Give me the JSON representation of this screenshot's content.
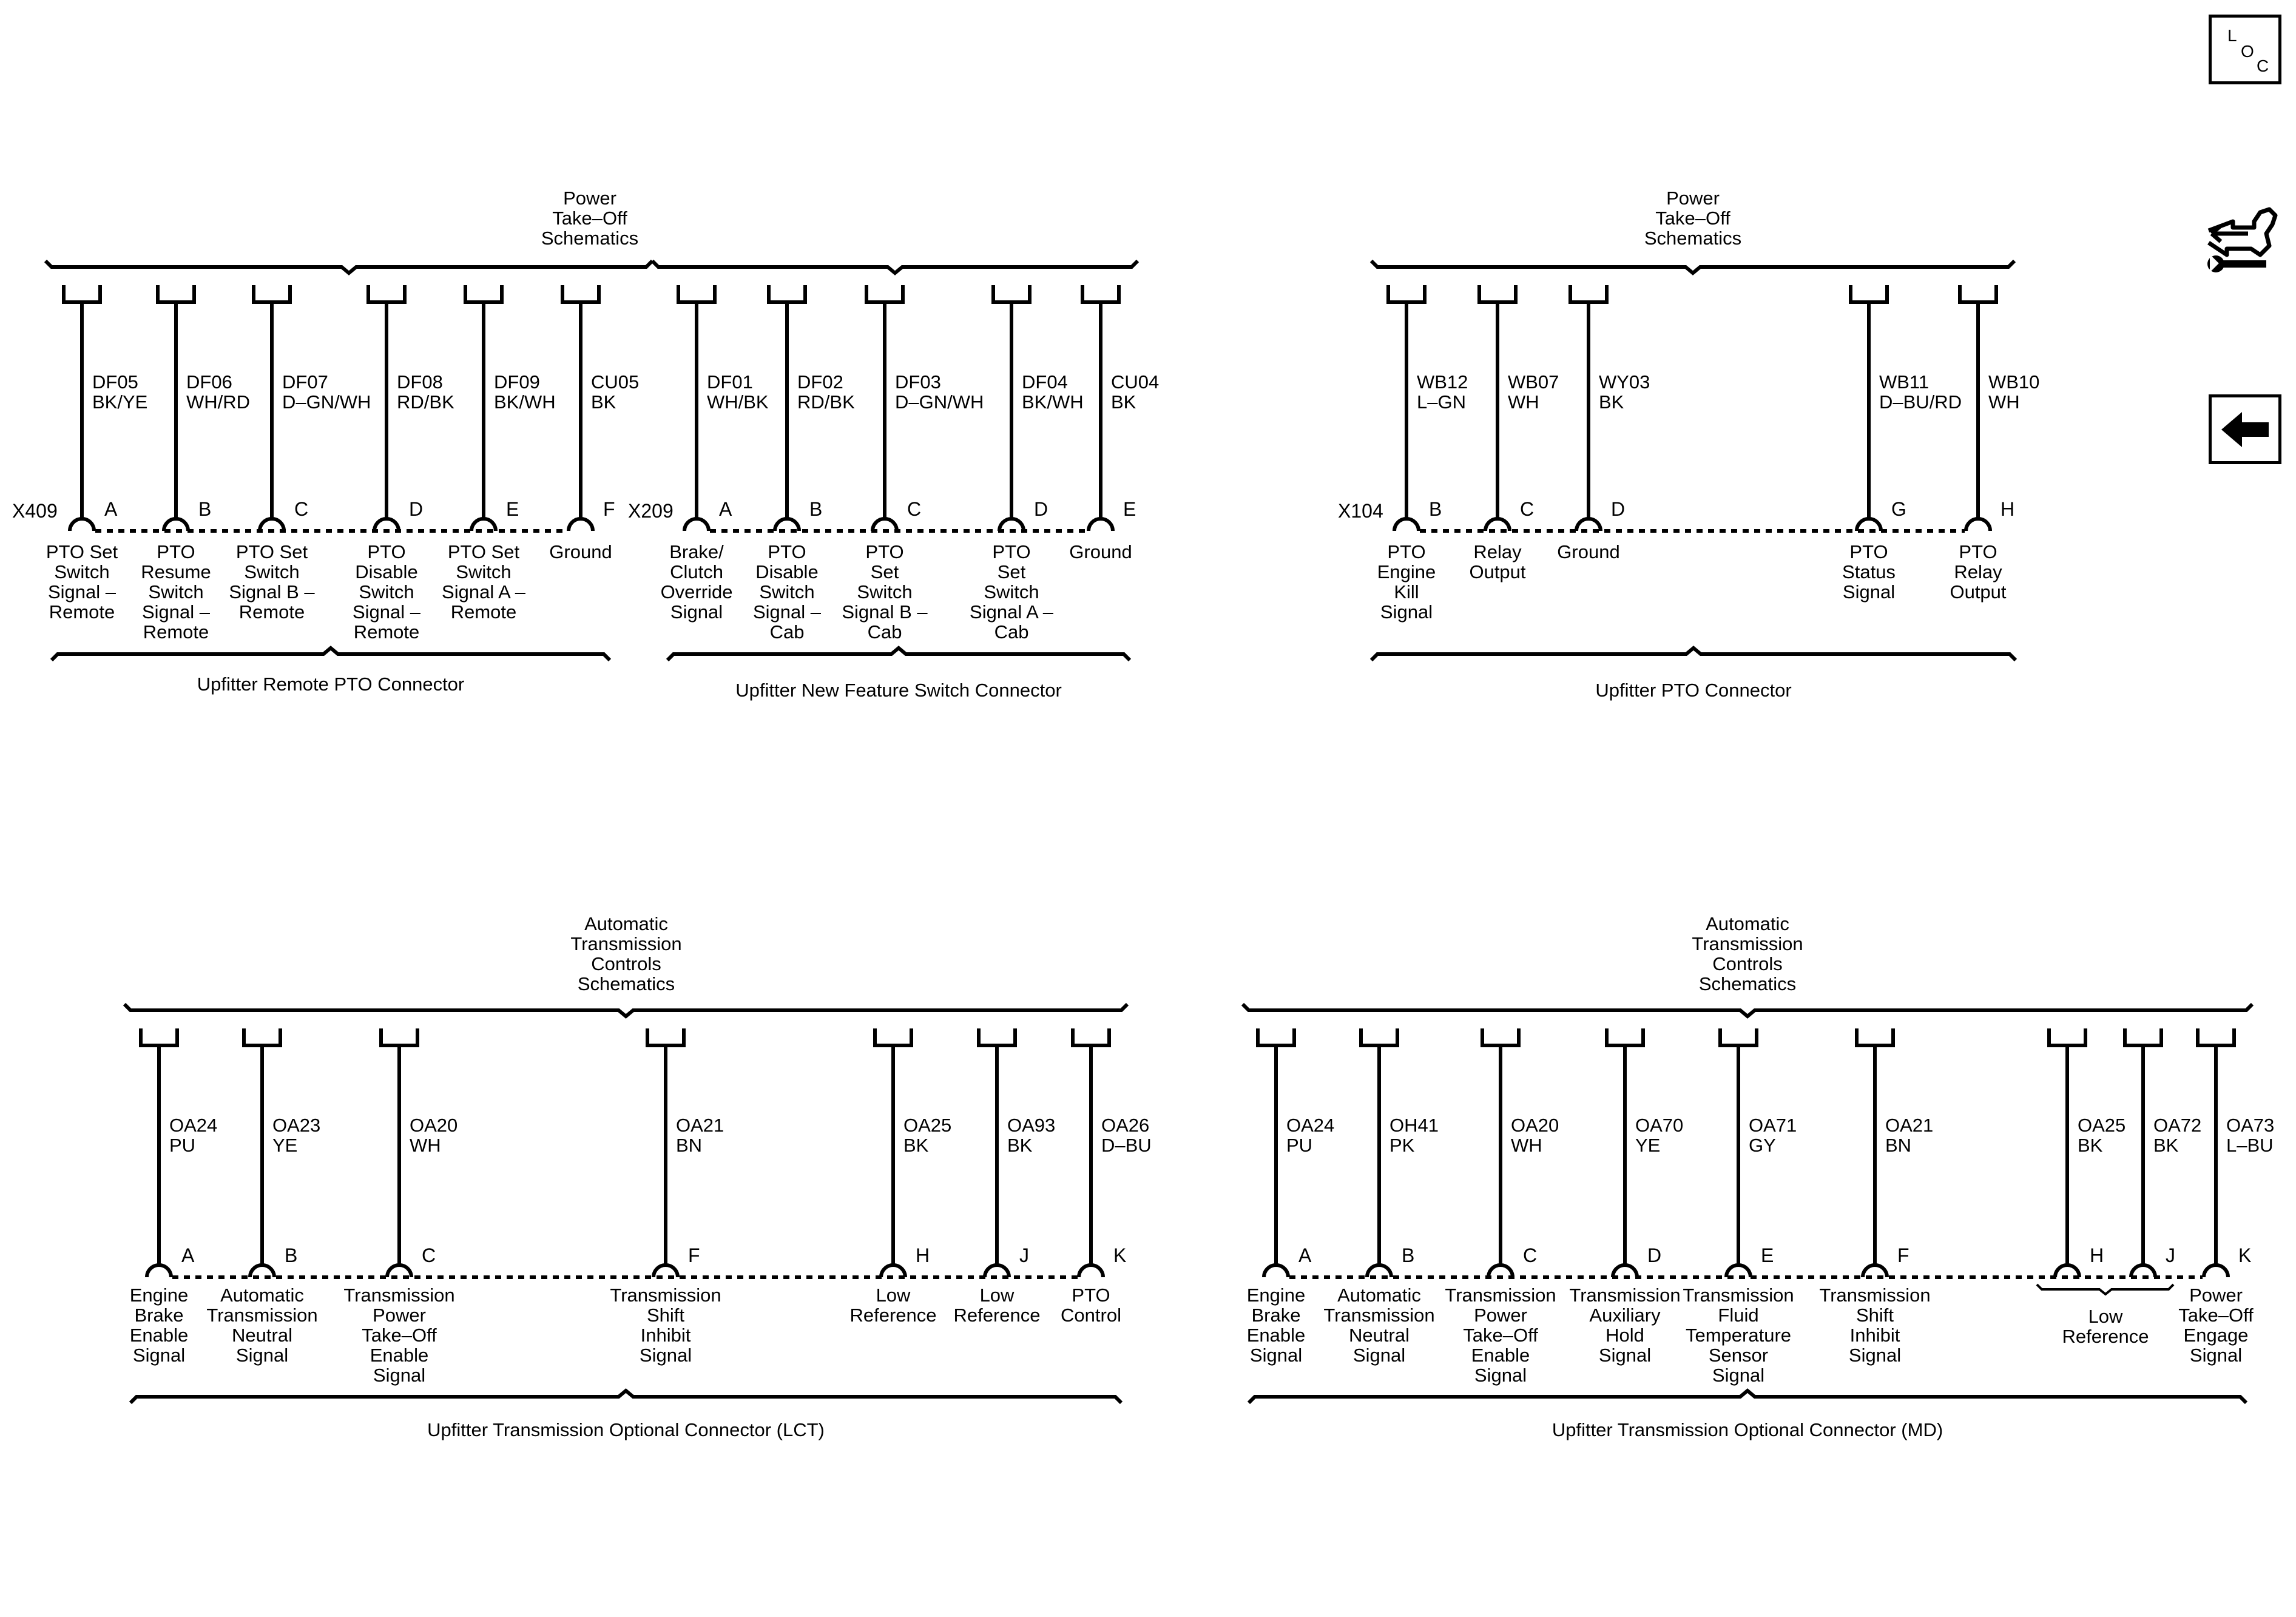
{
  "nav": {
    "loc_letters": [
      "L",
      "O",
      "C"
    ]
  },
  "blocks": [
    {
      "id": "remote-pto",
      "top_label": [
        "Power",
        "Take–Off",
        "Schematics"
      ],
      "bottom_label": "Upfitter Remote PTO Connector",
      "connector": "X409",
      "pins": [
        {
          "pin": "A",
          "circuit": "DF05",
          "color": "BK/YE",
          "label": [
            "PTO Set",
            "Switch",
            "Signal –",
            "Remote"
          ]
        },
        {
          "pin": "B",
          "circuit": "DF06",
          "color": "WH/RD",
          "label": [
            "PTO",
            "Resume",
            "Switch",
            "Signal –",
            "Remote"
          ]
        },
        {
          "pin": "C",
          "circuit": "DF07",
          "color": "D–GN/WH",
          "label": [
            "PTO Set",
            "Switch",
            "Signal B –",
            "Remote"
          ]
        },
        {
          "pin": "D",
          "circuit": "DF08",
          "color": "RD/BK",
          "label": [
            "PTO",
            "Disable",
            "Switch",
            "Signal –",
            "Remote"
          ]
        },
        {
          "pin": "E",
          "circuit": "DF09",
          "color": "BK/WH",
          "label": [
            "PTO Set",
            "Switch",
            "Signal A –",
            "Remote"
          ]
        },
        {
          "pin": "F",
          "circuit": "CU05",
          "color": "BK",
          "label": [
            "Ground"
          ]
        }
      ]
    },
    {
      "id": "new-feature",
      "bottom_label": "Upfitter New Feature Switch Connector",
      "connector": "X209",
      "pins": [
        {
          "pin": "A",
          "circuit": "DF01",
          "color": "WH/BK",
          "label": [
            "Brake/",
            "Clutch",
            "Override",
            "Signal"
          ]
        },
        {
          "pin": "B",
          "circuit": "DF02",
          "color": "RD/BK",
          "label": [
            "PTO",
            "Disable",
            "Switch",
            "Signal –",
            "Cab"
          ]
        },
        {
          "pin": "C",
          "circuit": "DF03",
          "color": "D–GN/WH",
          "label": [
            "PTO",
            "Set",
            "Switch",
            "Signal B –",
            "Cab"
          ]
        },
        {
          "pin": "D",
          "circuit": "DF04",
          "color": "BK/WH",
          "label": [
            "PTO",
            "Set",
            "Switch",
            "Signal A –",
            "Cab"
          ]
        },
        {
          "pin": "E",
          "circuit": "CU04",
          "color": "BK",
          "label": [
            "Ground"
          ]
        }
      ]
    },
    {
      "id": "upfitter-pto",
      "top_label": [
        "Power",
        "Take–Off",
        "Schematics"
      ],
      "bottom_label": "Upfitter PTO Connector",
      "connector": "X104",
      "pins": [
        {
          "pin": "B",
          "circuit": "WB12",
          "color": "L–GN",
          "label": [
            "PTO",
            "Engine",
            "Kill",
            "Signal"
          ]
        },
        {
          "pin": "C",
          "circuit": "WB07",
          "color": "WH",
          "label": [
            "Relay",
            "Output"
          ]
        },
        {
          "pin": "D",
          "circuit": "WY03",
          "color": "BK",
          "label": [
            "Ground"
          ]
        },
        {
          "pin": "G",
          "circuit": "WB11",
          "color": "D–BU/RD",
          "label": [
            "PTO",
            "Status",
            "Signal"
          ]
        },
        {
          "pin": "H",
          "circuit": "WB10",
          "color": "WH",
          "label": [
            "PTO",
            "Relay",
            "Output"
          ]
        }
      ]
    },
    {
      "id": "trans-lct",
      "top_label": [
        "Automatic",
        "Transmission",
        "Controls",
        "Schematics"
      ],
      "bottom_label": "Upfitter Transmission Optional Connector (LCT)",
      "connector": "",
      "pins": [
        {
          "pin": "A",
          "circuit": "OA24",
          "color": "PU",
          "label": [
            "Engine",
            "Brake",
            "Enable",
            "Signal"
          ]
        },
        {
          "pin": "B",
          "circuit": "OA23",
          "color": "YE",
          "label": [
            "Automatic",
            "Transmission",
            "Neutral",
            "Signal"
          ]
        },
        {
          "pin": "C",
          "circuit": "OA20",
          "color": "WH",
          "label": [
            "Transmission",
            "Power",
            "Take–Off",
            "Enable",
            "Signal"
          ]
        },
        {
          "pin": "F",
          "circuit": "OA21",
          "color": "BN",
          "label": [
            "Transmission",
            "Shift",
            "Inhibit",
            "Signal"
          ]
        },
        {
          "pin": "H",
          "circuit": "OA25",
          "color": "BK",
          "label": [
            "Low",
            "Reference"
          ]
        },
        {
          "pin": "J",
          "circuit": "OA93",
          "color": "BK",
          "label": [
            "Low",
            "Reference"
          ]
        },
        {
          "pin": "K",
          "circuit": "OA26",
          "color": "D–BU",
          "label": [
            "PTO",
            "Control"
          ]
        }
      ]
    },
    {
      "id": "trans-md",
      "top_label": [
        "Automatic",
        "Transmission",
        "Controls",
        "Schematics"
      ],
      "bottom_label": "Upfitter Transmission Optional Connector (MD)",
      "connector": "",
      "pins": [
        {
          "pin": "A",
          "circuit": "OA24",
          "color": "PU",
          "label": [
            "Engine",
            "Brake",
            "Enable",
            "Signal"
          ]
        },
        {
          "pin": "B",
          "circuit": "OH41",
          "color": "PK",
          "label": [
            "Automatic",
            "Transmission",
            "Neutral",
            "Signal"
          ]
        },
        {
          "pin": "C",
          "circuit": "OA20",
          "color": "WH",
          "label": [
            "Transmission",
            "Power",
            "Take–Off",
            "Enable",
            "Signal"
          ]
        },
        {
          "pin": "D",
          "circuit": "OA70",
          "color": "YE",
          "label": [
            "Transmission",
            "Auxiliary",
            "Hold",
            "Signal"
          ]
        },
        {
          "pin": "E",
          "circuit": "OA71",
          "color": "GY",
          "label": [
            "Transmission",
            "Fluid",
            "Temperature",
            "Sensor",
            "Signal"
          ]
        },
        {
          "pin": "F",
          "circuit": "OA21",
          "color": "BN",
          "label": [
            "Transmission",
            "Shift",
            "Inhibit",
            "Signal"
          ]
        },
        {
          "pin": "H",
          "circuit": "OA25",
          "color": "BK",
          "label": []
        },
        {
          "pin": "J",
          "circuit": "OA72",
          "color": "BK",
          "label": []
        },
        {
          "pin": "K",
          "circuit": "OA73",
          "color": "L–BU",
          "label": [
            "Power",
            "Take–Off",
            "Engage",
            "Signal"
          ]
        }
      ],
      "group_label": [
        "Low",
        "Reference"
      ]
    }
  ]
}
